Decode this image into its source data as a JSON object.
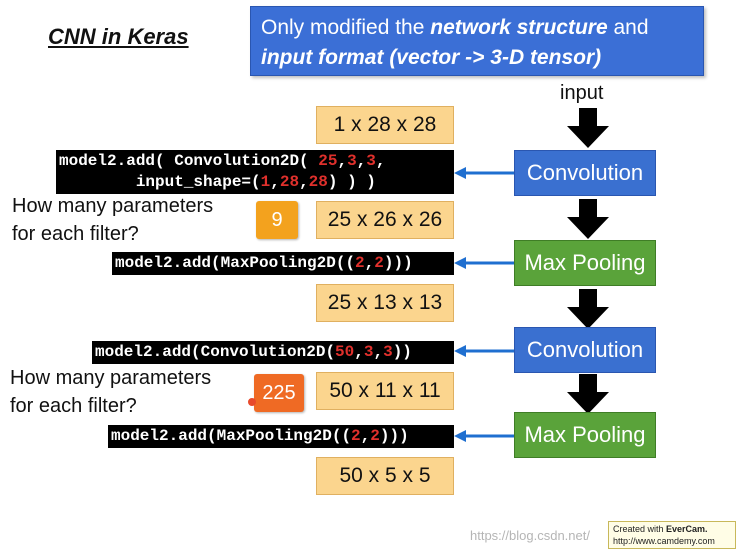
{
  "title": "CNN in Keras",
  "banner": {
    "line1_plain": "Only modified the ",
    "line1_bold": "network structure",
    "line1_tail": " and",
    "line2_bold": "input format (vector -> 3-D tensor)"
  },
  "input_label": "input",
  "layers": [
    "Convolution",
    "Max Pooling",
    "Convolution",
    "Max Pooling"
  ],
  "shapes": [
    "1 x 28 x 28",
    "25 x 26 x 26",
    "25 x 13 x 13",
    "50 x 11 x 11",
    "50 x 5 x 5"
  ],
  "code": {
    "conv1_line1_a": "model2.add( Convolution2D( ",
    "conv1_line1_n1": "25",
    "conv1_line1_c1": ",",
    "conv1_line1_n2": "3",
    "conv1_line1_c2": ",",
    "conv1_line1_n3": "3",
    "conv1_line1_c3": ",",
    "conv1_line2_a": "        input_shape=(",
    "conv1_line2_n1": "1",
    "conv1_line2_c1": ",",
    "conv1_line2_n2": "28",
    "conv1_line2_c2": ",",
    "conv1_line2_n3": "28",
    "conv1_line2_b": ") ) )",
    "pool1_a": "model2.add(MaxPooling2D((",
    "pool1_n1": "2",
    "pool1_c": ",",
    "pool1_n2": "2",
    "pool1_b": ")))",
    "conv2_a": "model2.add(Convolution2D(",
    "conv2_n1": "50",
    "conv2_c1": ",",
    "conv2_n2": "3",
    "conv2_c2": ",",
    "conv2_n3": "3",
    "conv2_b": "))",
    "pool2_a": "model2.add(MaxPooling2D((",
    "pool2_n1": "2",
    "pool2_c": ",",
    "pool2_n2": "2",
    "pool2_b": ")))"
  },
  "questions": {
    "q1_line1": "How many parameters",
    "q1_line2": "for each filter?",
    "q2_line1": "How many parameters",
    "q2_line2": "for each filter?"
  },
  "answers": {
    "a1": "9",
    "a2": "225"
  },
  "watermark": "https://blog.csdn.net/",
  "evercam": {
    "line1_a": "Created with ",
    "line1_b": "EverCam.",
    "line2": "http://www.camdemy.com"
  },
  "colors": {
    "conv": "#3a70d0",
    "pool": "#5aa33a",
    "shape_box": "#fbd58e",
    "arrow_blue": "#1f6fd0",
    "code_red": "#e0302c",
    "banner": "#3b6fd6"
  }
}
